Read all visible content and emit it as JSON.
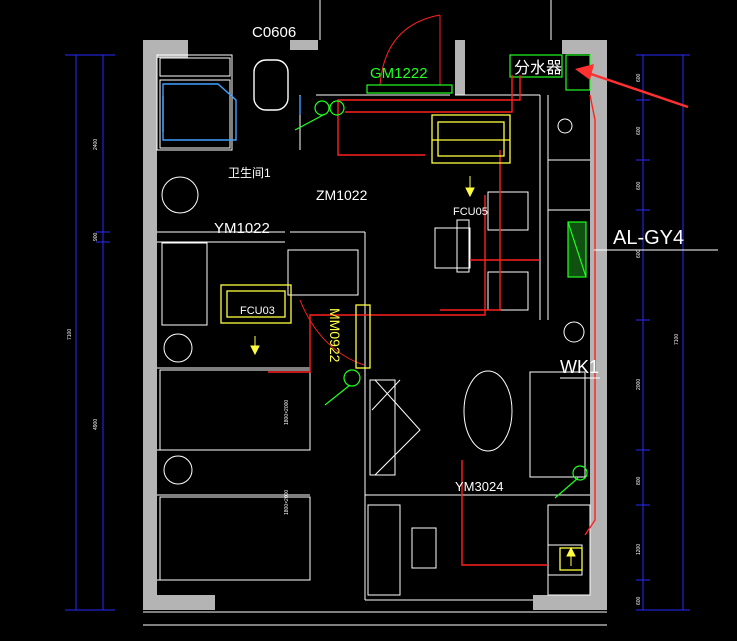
{
  "drawing": {
    "window_top": "C0606",
    "door_main": "GM1222",
    "manifold": "分水器",
    "bathroom": "卫生间1",
    "door_bath_side": "ZM1022",
    "door_bath": "YM1022",
    "fcu_right": "FCU05",
    "fcu_left": "FCU03",
    "door_room": "MM0922",
    "wall_cabinet": "AL-GY4",
    "tag_wk": "WK1",
    "door_balcony": "YM3024",
    "bed_upper": "1800×2000",
    "bed_lower": "1800×2000"
  },
  "dimensions": {
    "left": [
      "2400",
      "900",
      "4900",
      "7100"
    ],
    "right": [
      "600",
      "600",
      "600",
      "600",
      "2000",
      "7100",
      "800",
      "1200",
      "600"
    ]
  },
  "colors": {
    "background": "#000000",
    "wall": "#b4b4b4",
    "linework": "#ffffff",
    "pipe": "#ff2020",
    "annotation": "#ffff40",
    "door_swing": "#ff2020",
    "window_frame": "#20ff20",
    "dimension": "#2a2aff",
    "fixture": "#40a0ff",
    "arrow": "#ff3030"
  }
}
